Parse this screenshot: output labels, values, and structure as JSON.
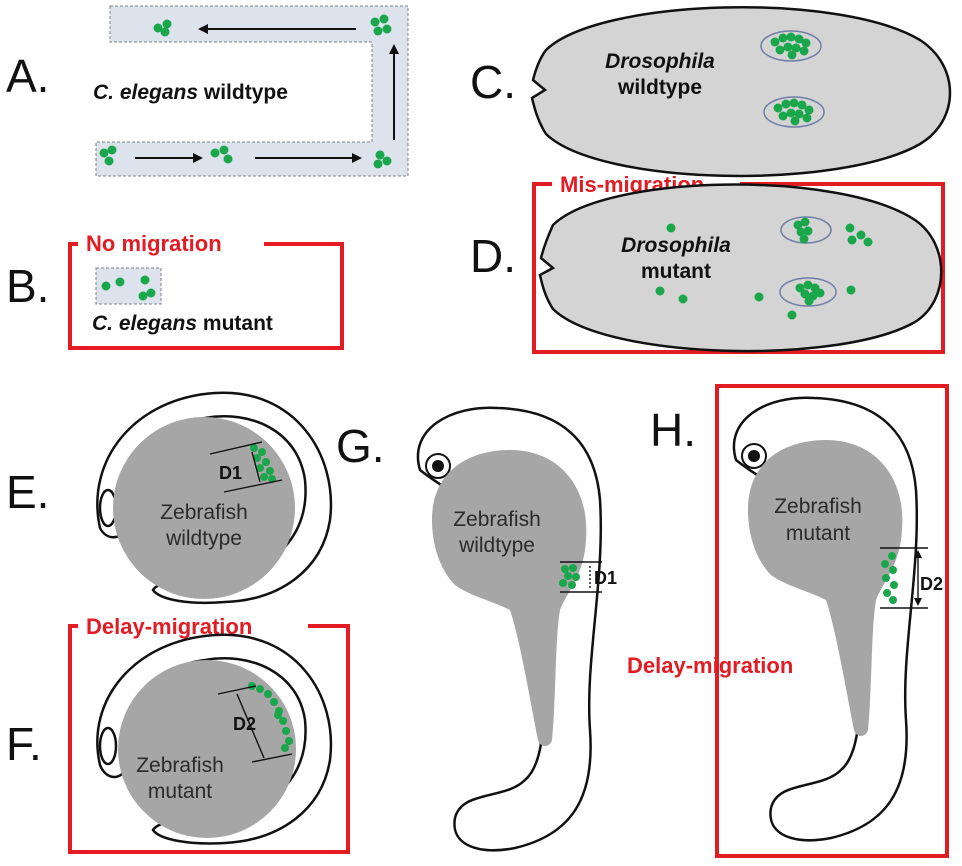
{
  "panels": {
    "A": {
      "letter": "A.",
      "species": "C. elegans",
      "genotype": "wildtype"
    },
    "B": {
      "letter": "B.",
      "species": "C. elegans",
      "genotype": "mutant",
      "phenotype": "No migration"
    },
    "C": {
      "letter": "C.",
      "species": "Drosophila",
      "genotype": "wildtype"
    },
    "D": {
      "letter": "D.",
      "species": "Drosophila",
      "genotype": "mutant",
      "phenotype": "Mis-migration"
    },
    "E": {
      "letter": "E.",
      "line1": "Zebrafish",
      "line2": "wildtype",
      "distance": "D1"
    },
    "F": {
      "letter": "F.",
      "line1": "Zebrafish",
      "line2": "mutant",
      "distance": "D2",
      "phenotype": "Delay-migration"
    },
    "G": {
      "letter": "G.",
      "line1": "Zebrafish",
      "line2": "wildtype",
      "distance": "D1"
    },
    "H": {
      "letter": "H.",
      "line1": "Zebrafish",
      "line2": "mutant",
      "distance": "D2",
      "phenotype": "Delay-migration"
    }
  },
  "colors": {
    "germ_cell": "#1aa64b",
    "highlight_box": "#e31b23",
    "yolk": "#a6a6a6",
    "channel": "#dde3ec",
    "embryo": "#d4d4d4"
  }
}
